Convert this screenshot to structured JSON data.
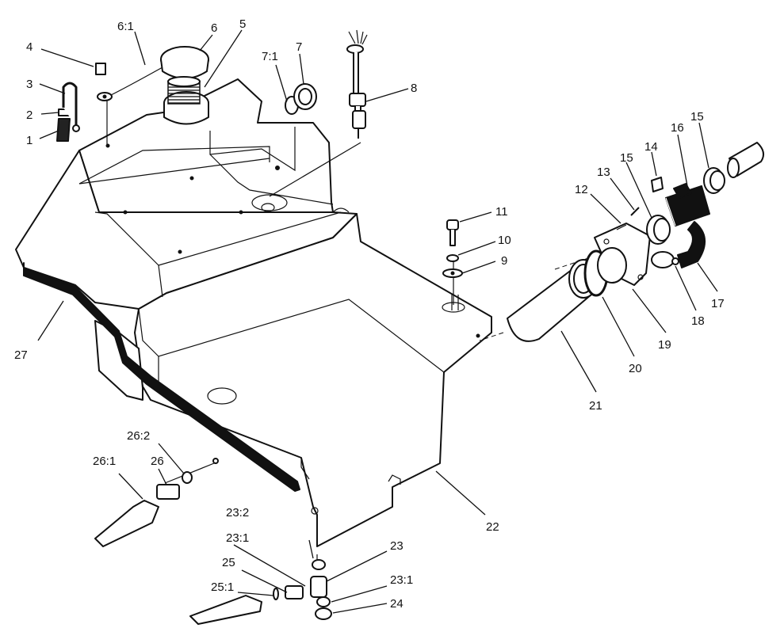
{
  "callouts": [
    {
      "id": "c-1",
      "label": "1"
    },
    {
      "id": "c-2",
      "label": "2"
    },
    {
      "id": "c-3",
      "label": "3"
    },
    {
      "id": "c-4",
      "label": "4"
    },
    {
      "id": "c-5",
      "label": "5"
    },
    {
      "id": "c-6",
      "label": "6"
    },
    {
      "id": "c-6-1",
      "label": "6:1"
    },
    {
      "id": "c-7",
      "label": "7"
    },
    {
      "id": "c-7-1",
      "label": "7:1"
    },
    {
      "id": "c-8",
      "label": "8"
    },
    {
      "id": "c-9",
      "label": "9"
    },
    {
      "id": "c-10",
      "label": "10"
    },
    {
      "id": "c-11",
      "label": "11"
    },
    {
      "id": "c-12",
      "label": "12"
    },
    {
      "id": "c-13",
      "label": "13"
    },
    {
      "id": "c-14",
      "label": "14"
    },
    {
      "id": "c-15a",
      "label": "15"
    },
    {
      "id": "c-15b",
      "label": "15"
    },
    {
      "id": "c-16",
      "label": "16"
    },
    {
      "id": "c-17",
      "label": "17"
    },
    {
      "id": "c-18",
      "label": "18"
    },
    {
      "id": "c-19",
      "label": "19"
    },
    {
      "id": "c-20",
      "label": "20"
    },
    {
      "id": "c-21",
      "label": "21"
    },
    {
      "id": "c-22",
      "label": "22"
    },
    {
      "id": "c-23",
      "label": "23"
    },
    {
      "id": "c-23-1a",
      "label": "23:1"
    },
    {
      "id": "c-23-1b",
      "label": "23:1"
    },
    {
      "id": "c-23-2",
      "label": "23:2"
    },
    {
      "id": "c-24",
      "label": "24"
    },
    {
      "id": "c-25",
      "label": "25"
    },
    {
      "id": "c-25-1",
      "label": "25:1"
    },
    {
      "id": "c-26",
      "label": "26"
    },
    {
      "id": "c-26-1",
      "label": "26:1"
    },
    {
      "id": "c-26-2",
      "label": "26:2"
    },
    {
      "id": "c-27",
      "label": "27"
    }
  ]
}
